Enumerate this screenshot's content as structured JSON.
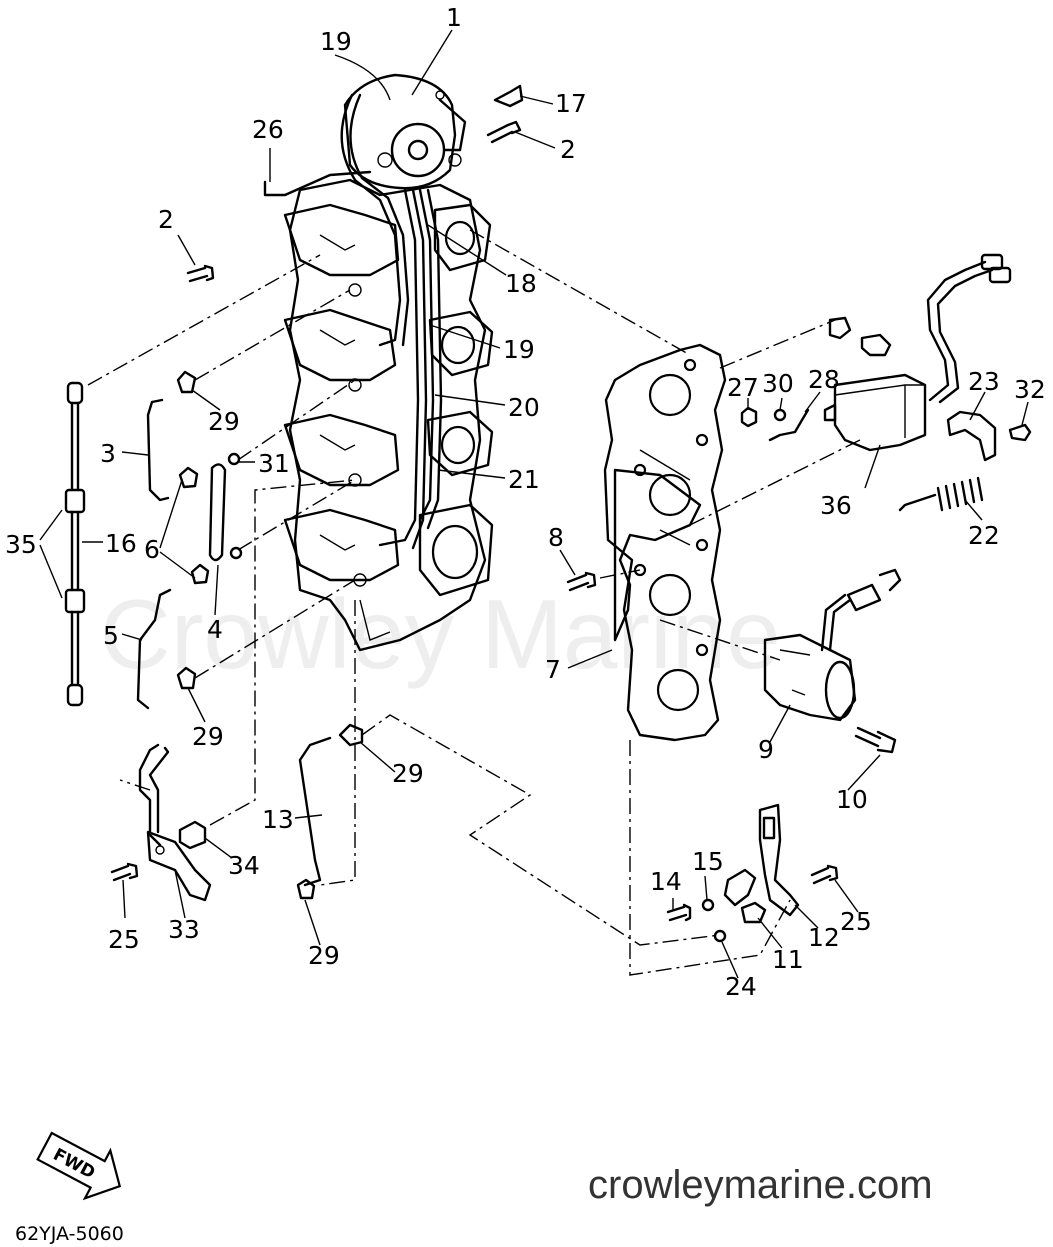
{
  "diagram": {
    "watermark": "Crowley Marine",
    "website": "crowleymarine.com",
    "drawing_code": "62YJA-5060",
    "direction_tag": "FWD",
    "callouts": [
      {
        "id": "c1",
        "label": "1"
      },
      {
        "id": "c19a",
        "label": "19"
      },
      {
        "id": "c17",
        "label": "17"
      },
      {
        "id": "c2a",
        "label": "2"
      },
      {
        "id": "c26",
        "label": "26"
      },
      {
        "id": "c2b",
        "label": "2"
      },
      {
        "id": "c18",
        "label": "18"
      },
      {
        "id": "c19b",
        "label": "19"
      },
      {
        "id": "c20",
        "label": "20"
      },
      {
        "id": "c21",
        "label": "21"
      },
      {
        "id": "c29a",
        "label": "29"
      },
      {
        "id": "c3",
        "label": "3"
      },
      {
        "id": "c31",
        "label": "31"
      },
      {
        "id": "c35",
        "label": "35"
      },
      {
        "id": "c16",
        "label": "16"
      },
      {
        "id": "c6",
        "label": "6"
      },
      {
        "id": "c4",
        "label": "4"
      },
      {
        "id": "c5",
        "label": "5"
      },
      {
        "id": "c29b",
        "label": "29"
      },
      {
        "id": "c27",
        "label": "27"
      },
      {
        "id": "c30",
        "label": "30"
      },
      {
        "id": "c28",
        "label": "28"
      },
      {
        "id": "c23",
        "label": "23"
      },
      {
        "id": "c32",
        "label": "32"
      },
      {
        "id": "c36",
        "label": "36"
      },
      {
        "id": "c22",
        "label": "22"
      },
      {
        "id": "c8",
        "label": "8"
      },
      {
        "id": "c7",
        "label": "7"
      },
      {
        "id": "c9",
        "label": "9"
      },
      {
        "id": "c10",
        "label": "10"
      },
      {
        "id": "c29c",
        "label": "29"
      },
      {
        "id": "c13",
        "label": "13"
      },
      {
        "id": "c34",
        "label": "34"
      },
      {
        "id": "c25a",
        "label": "25"
      },
      {
        "id": "c33",
        "label": "33"
      },
      {
        "id": "c29d",
        "label": "29"
      },
      {
        "id": "c14",
        "label": "14"
      },
      {
        "id": "c15",
        "label": "15"
      },
      {
        "id": "c25b",
        "label": "25"
      },
      {
        "id": "c12",
        "label": "12"
      },
      {
        "id": "c11",
        "label": "11"
      },
      {
        "id": "c24",
        "label": "24"
      }
    ]
  }
}
